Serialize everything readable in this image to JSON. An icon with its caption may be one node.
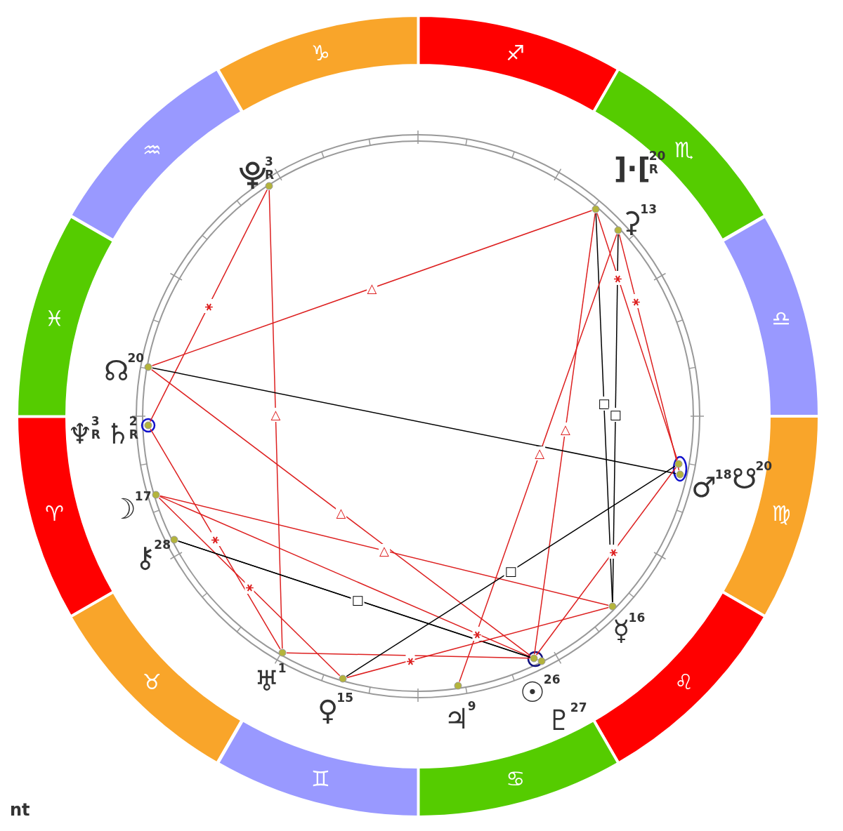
{
  "diagram": {
    "nodes": [
      {
        "text": [
          "♐"
        ]
      },
      {
        "text": [
          "♏"
        ]
      },
      {
        "text": [
          "♎"
        ]
      },
      {
        "text": [
          "♍"
        ]
      },
      {
        "text": [
          "♌"
        ]
      },
      {
        "text": [
          "♋"
        ]
      },
      {
        "text": [
          "♊"
        ]
      },
      {
        "text": [
          "♉"
        ]
      },
      {
        "text": [
          "♈"
        ]
      },
      {
        "text": [
          "♓"
        ]
      },
      {
        "text": [
          "♒"
        ]
      },
      {
        "text": [
          "♑"
        ]
      },
      {
        "text": [],
        "shape": "circle",
        "beside": [
          "⯓",
          "3",
          "R"
        ]
      },
      {
        "text": [],
        "shape": "circle",
        "beside": [
          "]·[",
          "20",
          "R"
        ]
      },
      {
        "text": [],
        "shape": "circle",
        "beside": [
          "⚳",
          "13"
        ]
      },
      {
        "text": [],
        "shape": "circle",
        "beside": [
          "☊",
          "20"
        ]
      },
      {
        "text": [],
        "shape": "circle",
        "beside": [
          "♆",
          "3",
          "R",
          "♄",
          "2",
          "R"
        ]
      },
      {
        "text": [],
        "shape": "circle",
        "beside": [
          "☽",
          "17"
        ]
      },
      {
        "text": [],
        "shape": "circle",
        "beside": [
          "⚷",
          "28"
        ]
      },
      {
        "text": [],
        "shape": "circle",
        "beside": [
          "♅",
          "1"
        ]
      },
      {
        "text": [],
        "shape": "circle",
        "beside": [
          "♀",
          "15"
        ]
      },
      {
        "text": [],
        "shape": "circle",
        "beside": [
          "♃",
          "9"
        ]
      },
      {
        "text": [],
        "shape": "circle",
        "beside": [
          "☉",
          "26"
        ]
      },
      {
        "text": [],
        "shape": "circle",
        "beside": [
          "♇",
          "27"
        ]
      },
      {
        "text": [],
        "shape": "circle",
        "beside": [
          "☿",
          "16"
        ]
      },
      {
        "text": [],
        "shape": "circle",
        "beside": [
          "♂",
          "18"
        ]
      },
      {
        "text": [],
        "shape": "circle",
        "beside": [
          "☋",
          "20"
        ]
      }
    ],
    "edges": [
      {
        "from": 12,
        "to": 16,
        "arrow": "none",
        "label": "⚹"
      },
      {
        "from": 12,
        "to": 19,
        "arrow": "none",
        "label": "△"
      },
      {
        "from": 13,
        "to": 15,
        "arrow": "none",
        "label": "△"
      },
      {
        "from": 13,
        "to": 24,
        "arrow": "none",
        "label": "□",
        "color": "#000000"
      },
      {
        "from": 14,
        "to": 24,
        "arrow": "none",
        "label": "□",
        "color": "#000000"
      },
      {
        "from": 13,
        "to": 25,
        "arrow": "none",
        "label": "⚹"
      },
      {
        "from": 14,
        "to": 26,
        "arrow": "none",
        "label": "⚹"
      },
      {
        "from": 13,
        "to": 22,
        "arrow": "none",
        "label": "△"
      },
      {
        "from": 14,
        "to": 21,
        "arrow": "none",
        "label": "△"
      },
      {
        "from": 15,
        "to": 26,
        "arrow": "none",
        "color": "#000000"
      },
      {
        "from": 15,
        "to": 22,
        "arrow": "none",
        "label": "△"
      },
      {
        "from": 16,
        "to": 19,
        "arrow": "none",
        "label": "⚹"
      },
      {
        "from": 17,
        "to": 20,
        "arrow": "none",
        "label": "⚹"
      },
      {
        "from": 17,
        "to": 24,
        "arrow": "none",
        "label": "△"
      },
      {
        "from": 17,
        "to": 22,
        "arrow": "none",
        "label": "⚹"
      },
      {
        "from": 18,
        "to": 22,
        "arrow": "none",
        "label": "□",
        "color": "#000000"
      },
      {
        "from": 18,
        "to": 23,
        "arrow": "none",
        "color": "#000000"
      },
      {
        "from": 19,
        "to": 22,
        "arrow": "none"
      },
      {
        "from": 20,
        "to": 24,
        "arrow": "none",
        "label": "⚹"
      },
      {
        "from": 20,
        "to": 25,
        "arrow": "none",
        "label": "□",
        "color": "#000000"
      },
      {
        "from": 22,
        "to": 25,
        "arrow": "none",
        "label": "⚹"
      }
    ],
    "labels": [
      "nt"
    ]
  }
}
